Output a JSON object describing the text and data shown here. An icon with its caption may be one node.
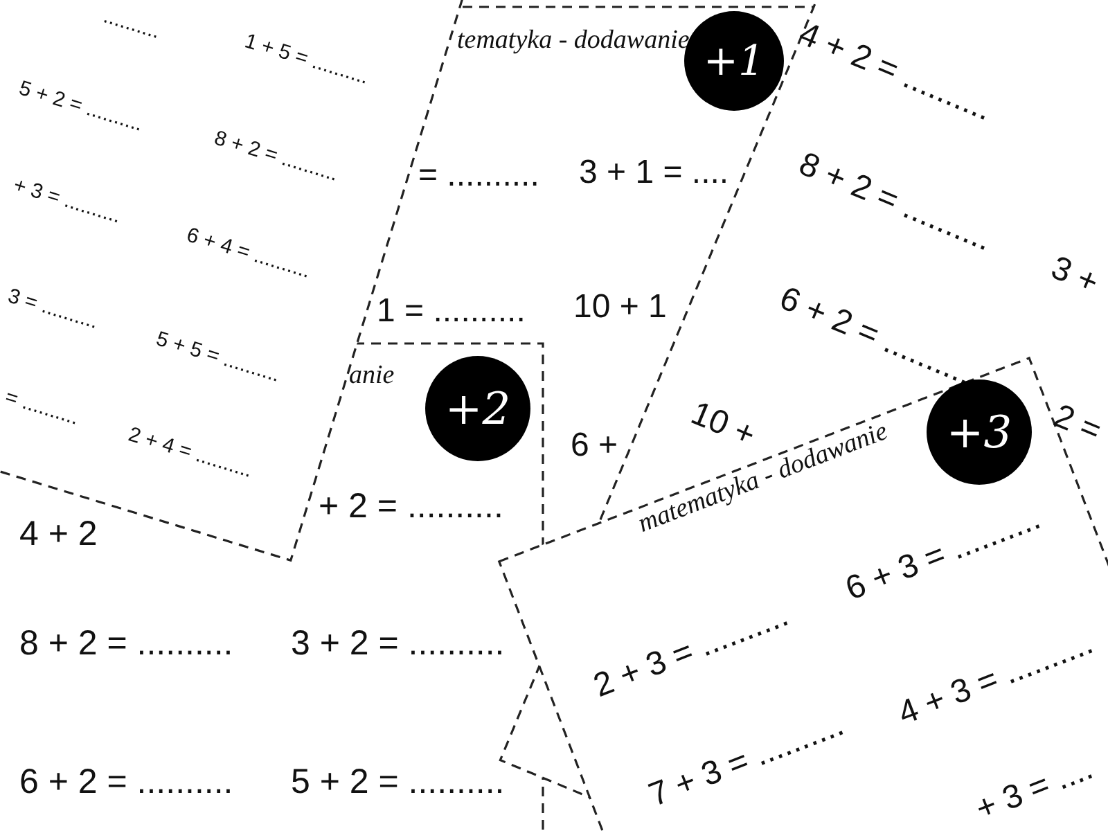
{
  "diagram": {
    "nodes": [
      {
        "text": [
          "+1"
        ]
      },
      {
        "text": [
          "+2"
        ]
      },
      {
        "text": [
          "+3"
        ]
      }
    ],
    "labels": [
      "..........",
      "1 + 5 = ..........",
      "5 + 2 = ..........",
      "8 + 2 = ..........",
      "+ 3 = ..........",
      "6 + 4 = ..........",
      "3 = ..........",
      "5 + 5 = ..........",
      "= ..........",
      "2 + 4 = ..........",
      "tematyka - dodawanie",
      "= ..........",
      "3 + 1 = ....",
      "1 = ..........",
      "10 + 1",
      "6 +",
      "4 + 2 = ..........",
      "8 + 2 = ..........",
      "6 + 2 = ..........",
      "3 +",
      "10 +",
      "2 =",
      "anie",
      "4 + 2",
      "+ 2 = ..........",
      "8 + 2 = ..........",
      "3 + 2 = ..........",
      "6 + 2 = ..........",
      "5 + 2 = ..........",
      "matematyka - dodawanie",
      "6 + 3 = ..........",
      "2 + 3 = ..........",
      "4 + 3 = ..........",
      "7 + 3 = ..........",
      "+ 3 = ...."
    ]
  }
}
